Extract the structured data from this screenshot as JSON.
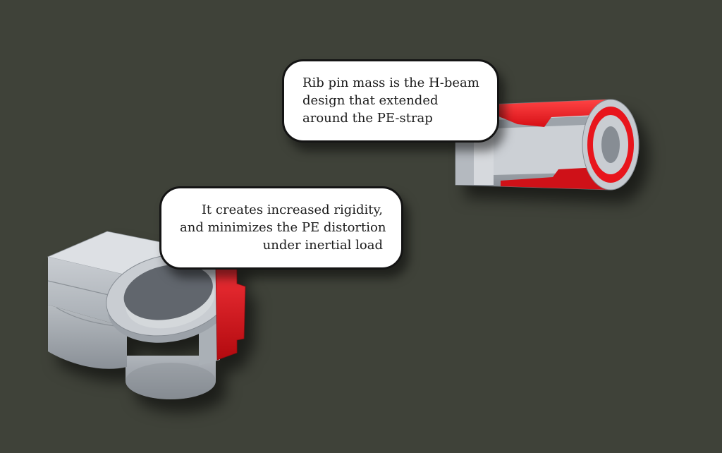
{
  "scene": {
    "description": "Technical CAD annotation graphic with two grey machined parts highlighted in red",
    "background_color": "#3f4239"
  },
  "callouts": {
    "h_beam": {
      "line1": "Rib pin mass is the H-beam",
      "line2": "design that extended",
      "line3": "around the PE-strap"
    },
    "rigidity": {
      "line1": "It creates increased rigidity,",
      "line2": "and minimizes the PE distortion",
      "line3": "under inertial load"
    }
  },
  "parts": {
    "bushing": "cutaway cylindrical sleeve with red PE-strap liner",
    "lug": "rod-end lug with bore and red PE-strap side face"
  },
  "colors": {
    "highlight_red": "#e8151c",
    "metal_light": "#dde0e4",
    "metal_mid": "#bfc4c9",
    "metal_dark": "#878d94",
    "callout_background": "#ffffff",
    "callout_border": "#141414",
    "text": "#1b1b1b"
  }
}
